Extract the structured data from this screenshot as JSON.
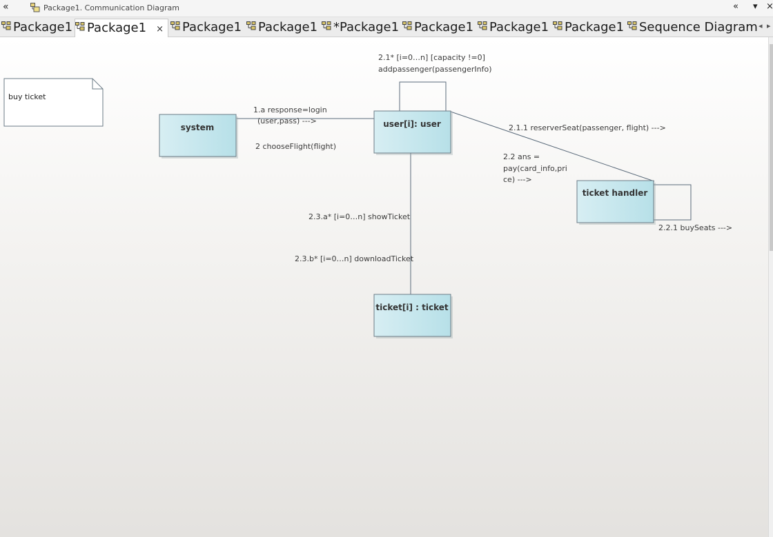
{
  "window": {
    "title": "Package1.  Communication Diagram"
  },
  "tabs": [
    {
      "label": "Package1",
      "active": false
    },
    {
      "label": "Package1",
      "active": true
    },
    {
      "label": "Package1",
      "active": false
    },
    {
      "label": "Package1",
      "active": false
    },
    {
      "label": "*Package1",
      "active": false
    },
    {
      "label": "Package1",
      "active": false
    },
    {
      "label": "Package1",
      "active": false
    },
    {
      "label": "Package1",
      "active": false
    },
    {
      "label": "Sequence Diagram",
      "active": false
    }
  ],
  "controls": {
    "back": "«",
    "collapse": "«",
    "dropdown": "▾",
    "close": "×",
    "tab_close": "×",
    "tab_prev": "◂",
    "tab_next": "▸"
  },
  "note": {
    "text": "buy ticket"
  },
  "nodes": {
    "system": "system",
    "user": "user[i]: user",
    "ticket_handler": "ticket handler",
    "ticket": "ticket[i] : ticket"
  },
  "messages": {
    "self_user_1": "2.1* [i=0…n] [capacity !=0]",
    "self_user_2": "addpassenger(passengerInfo)",
    "login_1": "1.a  response=login",
    "login_2": "(user,pass)  --->",
    "choose": "2 chooseFlight(flight)",
    "reserve": "2.1.1  reserverSeat(passenger, flight)  --->",
    "pay_1": "2.2 ans =",
    "pay_2": "pay(card_info,pri",
    "pay_3": "ce)  --->",
    "buy_seats": "2.2.1 buySeats --->",
    "show_ticket": "2.3.a* [i=0…n] showTicket",
    "download_ticket": "2.3.b* [i=0…n]  downloadTicket"
  },
  "colors": {
    "node_fill_start": "#d7eef3",
    "node_fill_end": "#b7e0e8",
    "node_border": "#6b7b86",
    "line": "#5a6a7a"
  }
}
